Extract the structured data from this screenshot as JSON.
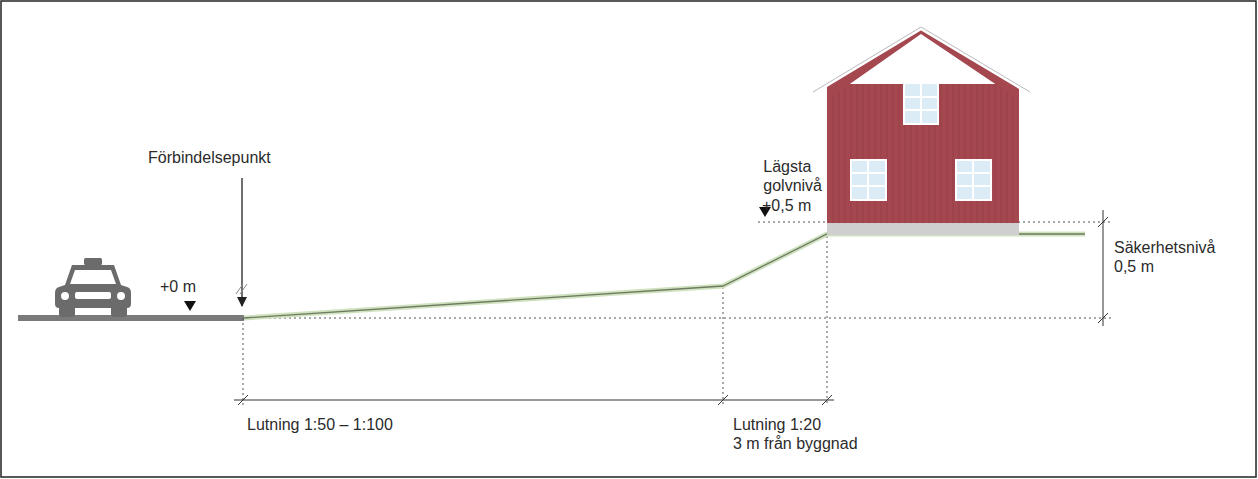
{
  "diagram": {
    "labels": [
      "Förbindelsepunkt",
      "+0 m",
      "Lägsta golvnivå",
      "+0,5 m",
      "Säkerhetsnivå 0,5 m",
      "Lutning 1:50 – 1:100",
      "Lutning 1:20 3 m från byggnad"
    ]
  }
}
